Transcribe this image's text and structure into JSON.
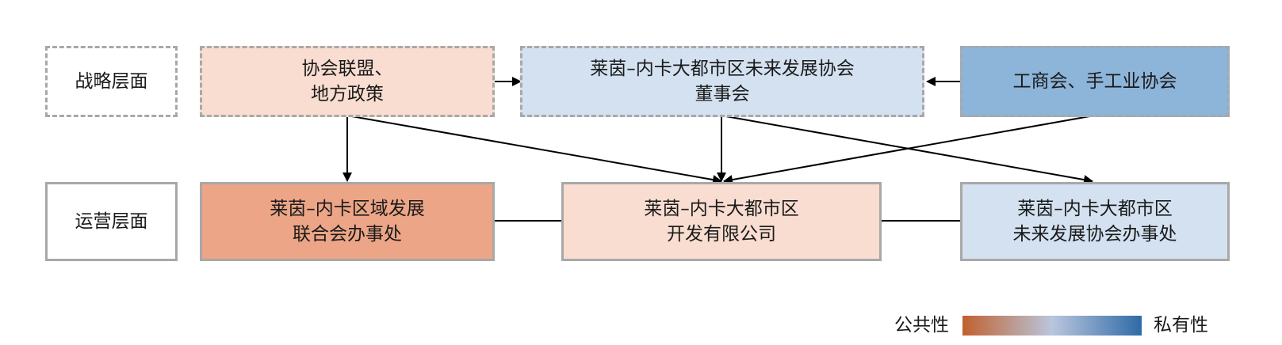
{
  "levels": {
    "strategic": "战略层面",
    "operational": "运营层面"
  },
  "nodes": {
    "alliance": [
      "协会联盟、",
      "地方政策"
    ],
    "board": [
      "莱茵–内卡大都市区未来发展协会",
      "董事会"
    ],
    "chamber": [
      "工商会、手工业协会"
    ],
    "union_office": [
      "莱茵–内卡区域发展",
      "联合会办事处"
    ],
    "dev_company": [
      "莱茵–内卡大都市区",
      "开发有限公司"
    ],
    "assoc_office": [
      "莱茵–内卡大都市区",
      "未来发展协会办事处"
    ]
  },
  "legend": {
    "left": "公共性",
    "right": "私有性",
    "gradient": [
      "#c0612e",
      "#b9c6dd",
      "#2f6aa7"
    ]
  },
  "colors": {
    "alliance": "#f8ddd0",
    "board": "#d3e1f0",
    "chamber": "#8db4d9",
    "union_office": "#eca586",
    "dev_company": "#f8ddd0",
    "assoc_office": "#d3e1f0",
    "border": "#a8a8a8"
  }
}
